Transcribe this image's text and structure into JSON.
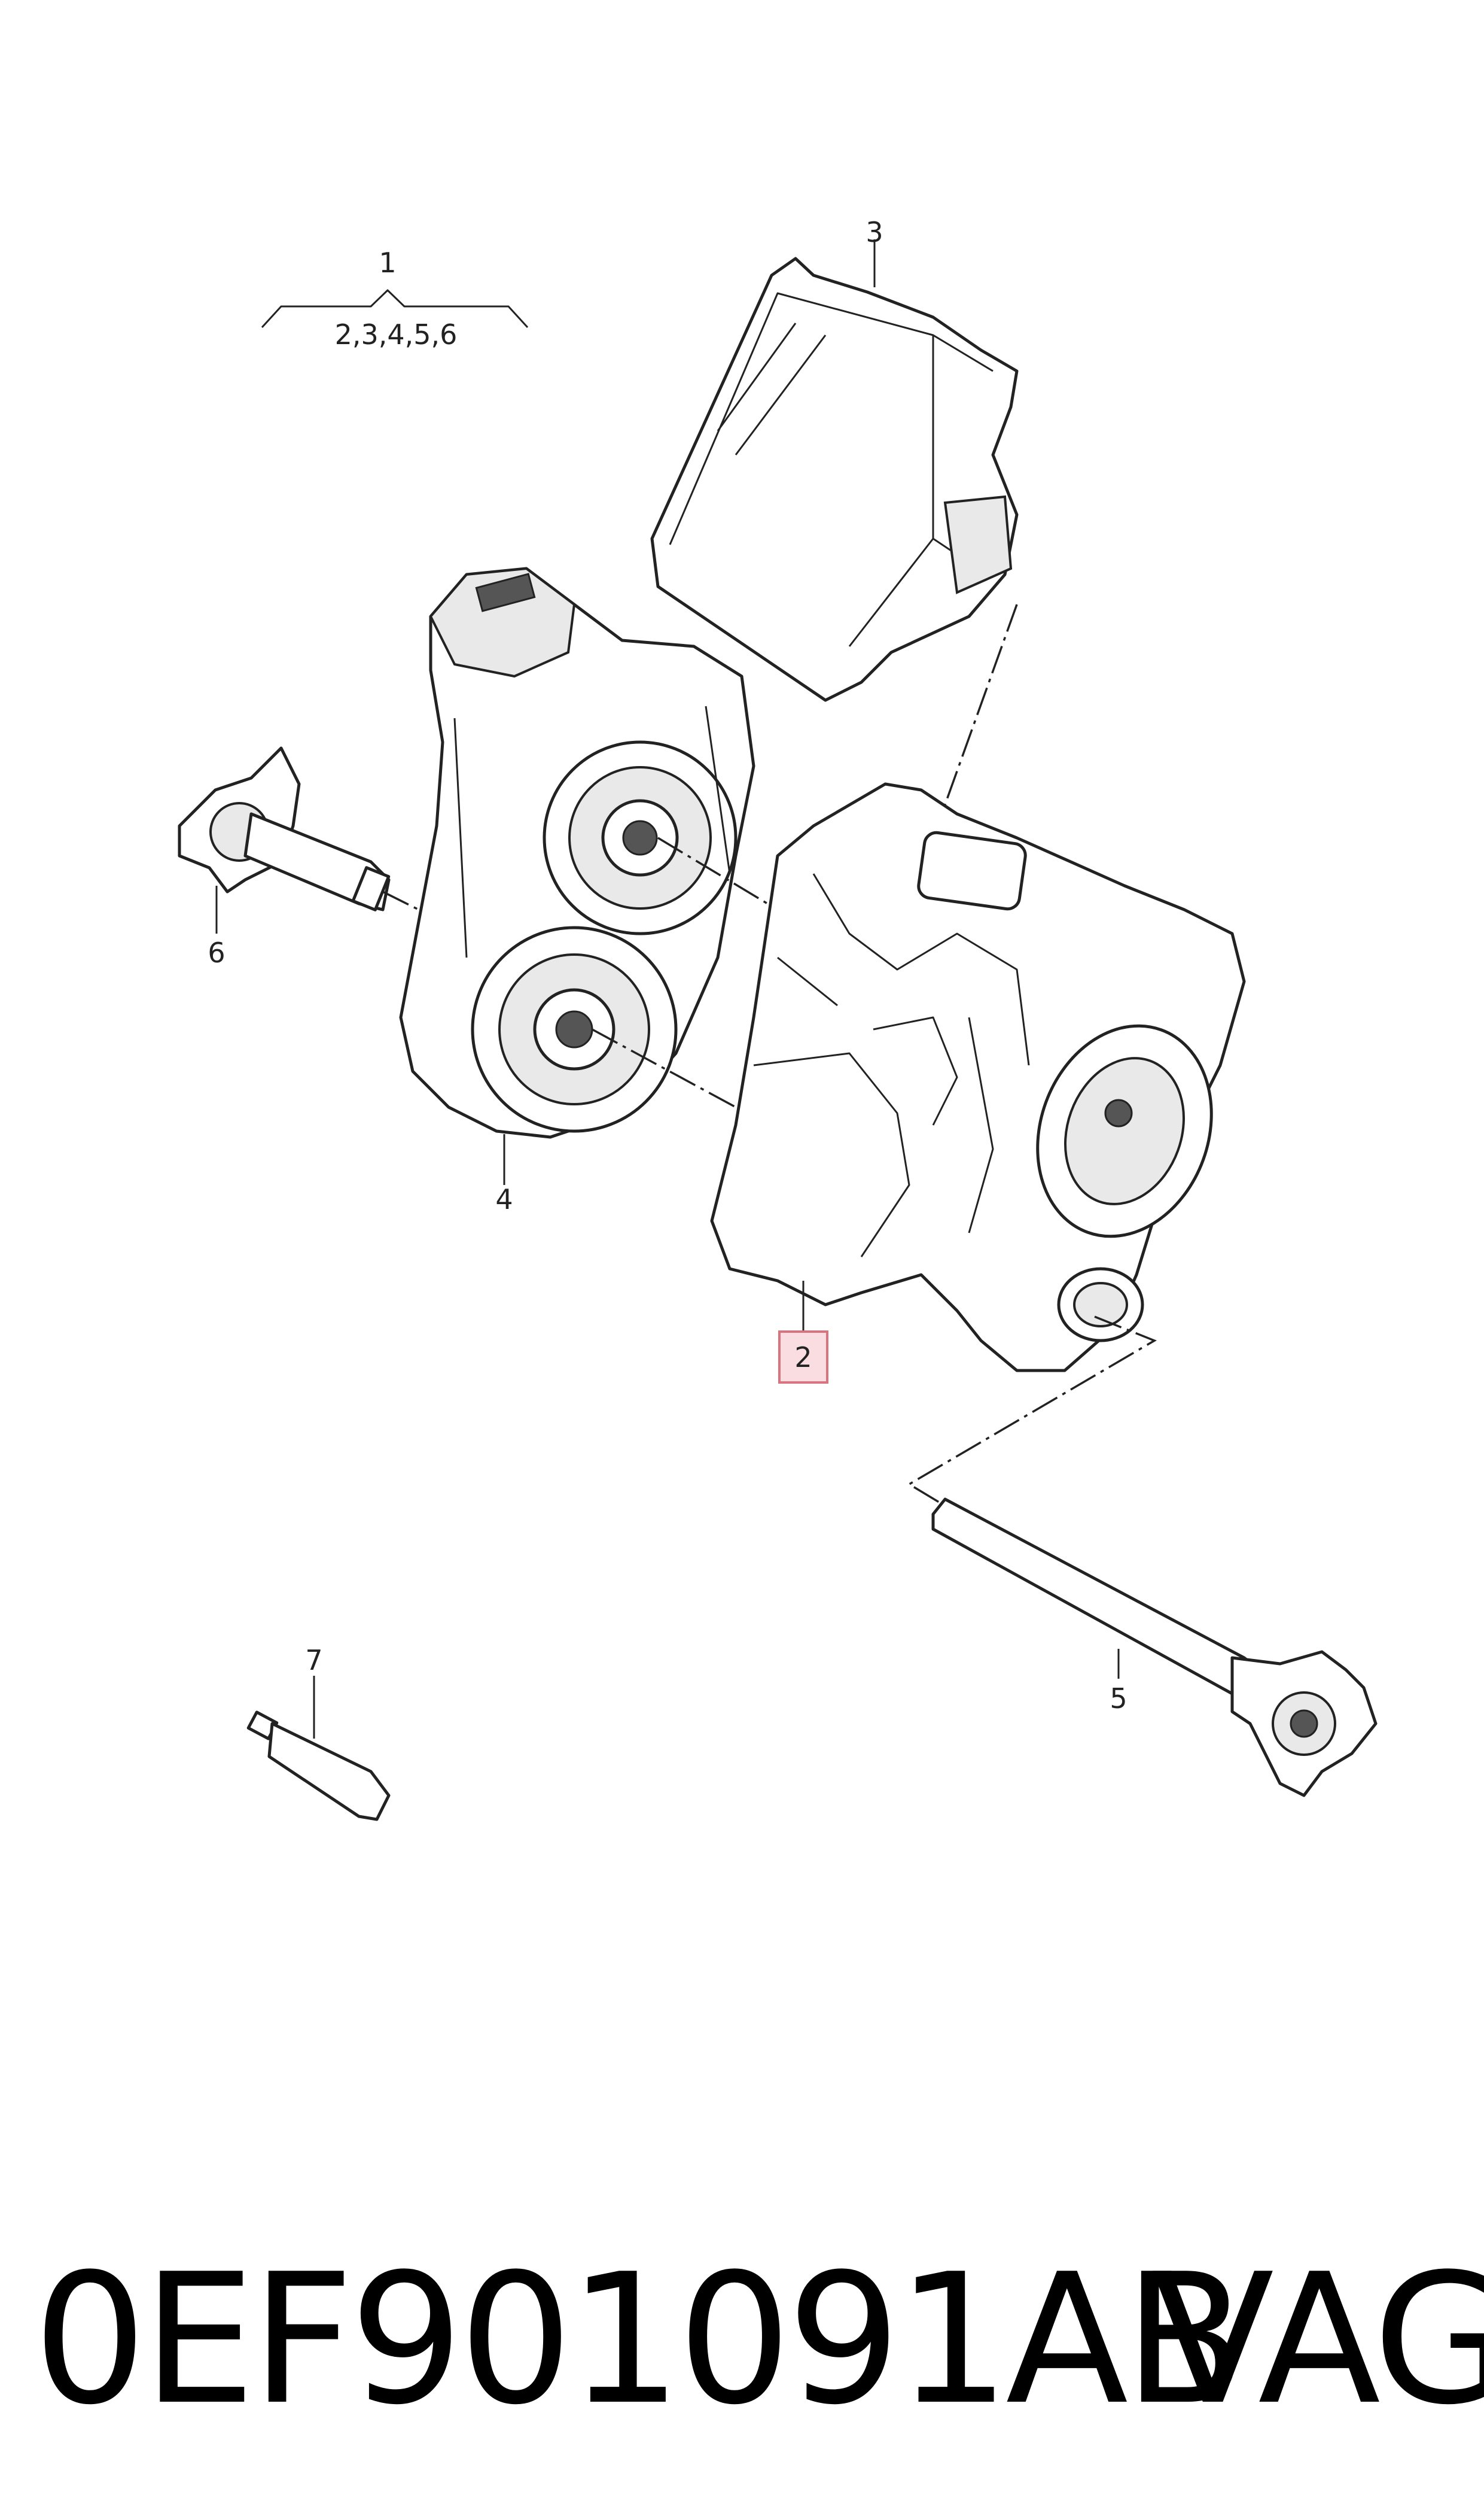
{
  "callouts": {
    "assembly": {
      "number": "1",
      "includes": "2,3,4,5,6"
    },
    "housing": "2",
    "control_unit": "3",
    "gear_cover": "4",
    "right_shaft": "5",
    "left_shaft": "6",
    "sealant_tube": "7"
  },
  "highlight_color": "#f9dde0",
  "highlight_border": "#d9737f",
  "caption": {
    "part_number": "0EF901091AB",
    "brand": "VAG"
  }
}
